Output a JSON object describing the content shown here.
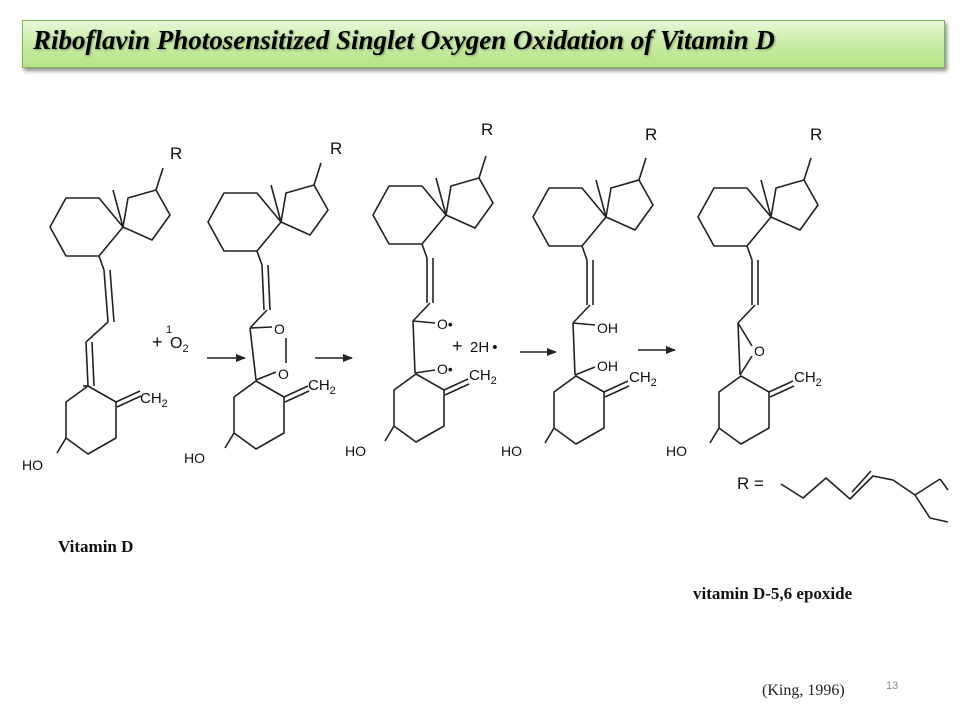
{
  "slide": {
    "title": "Riboflavin Photosensitized Singlet Oxygen Oxidation of Vitamin D",
    "citation": "(King, 1996)",
    "page_number": "13"
  },
  "labels": {
    "vitamin_d": "Vitamin D",
    "epoxide": "vitamin D-5,6 epoxide"
  },
  "structure_text": {
    "r_group": "R",
    "ho": "HO",
    "ch2": "CH",
    "sub2": "2",
    "o": "O",
    "oh": "OH",
    "o_radical": "O•",
    "plus": "+",
    "singlet_sup": "1",
    "two_h": "2H",
    "radical_dot": "•",
    "r_equals": "R ="
  },
  "colors": {
    "title_green": "#c6eba1",
    "title_border": "#7cb85a"
  }
}
